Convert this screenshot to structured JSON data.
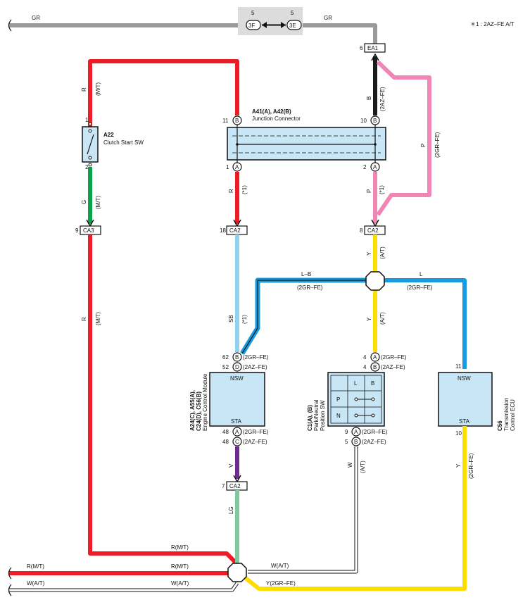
{
  "note": "＊1 : 2AZ–FE A/T",
  "colors": {
    "gray": "#9a9a9a",
    "red": "#ee1c25",
    "green": "#0aa14b",
    "black": "#1a1a1a",
    "pink": "#f086b6",
    "lightblue": "#8fd3f0",
    "blue": "#169be0",
    "yellow": "#ffdd00",
    "violet": "#6c2d91",
    "lightgreen": "#7fc8a0",
    "box_fill": "#c8e6f5"
  },
  "wires": {
    "gr_left": "GR",
    "gr_right": "GR",
    "r_mt_top": "R",
    "r_mt_top_sub": "(M/T)",
    "g_mt": "G",
    "g_mt_sub": "(M/T)",
    "r_mt_left": "R",
    "r_mt_left_sub": "(M/T)",
    "b_top": "B",
    "b_top_sub": "(2AZ–FE)",
    "p_right": "P",
    "p_right_sub": "(2GR–FE)",
    "r_star": "R",
    "r_star_sub": "(*1)",
    "p_star": "P",
    "p_star_sub": "(*1)",
    "y_at_1": "Y",
    "y_at_1_sub": "(A/T)",
    "lb": "L–B",
    "lb_sub": "(2GR–FE)",
    "l": "L",
    "l_sub": "(2GR–FE)",
    "sb": "SB",
    "sb_sub": "(*1)",
    "y_at_2": "Y",
    "y_at_2_sub": "(A/T)",
    "v": "V",
    "lg": "LG",
    "w_at": "W",
    "w_at_sub": "(A/T)",
    "y_2gr": "Y",
    "y_2gr_sub": "(2GR–FE)",
    "r_mt_h": "R(M/T)",
    "r_mt_h2": "R(M/T)",
    "r_mt_h3": "R(M/T)",
    "w_at_h": "W(A/T)",
    "w_at_h2": "W(A/T)",
    "w_at_h3": "W(A/T)",
    "y_2gr_h": "Y(2GR–FE)"
  },
  "connectors": {
    "c3f": {
      "id": "3F",
      "pin": "5"
    },
    "c3e": {
      "id": "3E",
      "pin": "5"
    },
    "ea1": {
      "id": "EA1",
      "pin": "6"
    },
    "ca3": {
      "id": "CA3",
      "pin": "9"
    },
    "ca2_a": {
      "id": "CA2",
      "pin": "18"
    },
    "ca2_b": {
      "id": "CA2",
      "pin": "8"
    },
    "ca2_c": {
      "id": "CA2",
      "pin": "7"
    }
  },
  "components": {
    "a22": {
      "code": "A22",
      "name": "Clutch Start SW",
      "pin_top": "1",
      "pin_bottom": "2"
    },
    "junction": {
      "code": "A41(A), A42(B)",
      "name": "Junction Connector",
      "pin_tl_num": "11",
      "pin_tl_letter": "B",
      "pin_tr_num": "10",
      "pin_tr_letter": "B",
      "pin_bl_num": "1",
      "pin_bl_letter": "A",
      "pin_br_num": "2",
      "pin_br_letter": "A"
    },
    "ecm": {
      "code_line1": "A24(C), A55(A),",
      "code_line2": "C24(D), C56(B)",
      "name": "Engine Control Module",
      "nsw": "NSW",
      "sta": "STA",
      "p62": "62",
      "p62_letter": "B",
      "p62_note": "(2GR–FE)",
      "p52": "52",
      "p52_letter": "D",
      "p52_note": "(2AZ–FE)",
      "p48a": "48",
      "p48a_letter": "A",
      "p48a_note": "(2GR–FE)",
      "p48c": "48",
      "p48c_letter": "C",
      "p48c_note": "(2AZ–FE)"
    },
    "pnp": {
      "code": "C1(A), (B)",
      "name1": "Park/Neutral",
      "name2": "Position SW",
      "col_l": "L",
      "col_b": "B",
      "row_p": "P",
      "row_n": "N",
      "t4a": "4",
      "t4a_letter": "A",
      "t4a_note": "(2GR–FE)",
      "t4b": "4",
      "t4b_letter": "B",
      "t4b_note": "(2AZ–FE)",
      "b9": "9",
      "b9_letter": "A",
      "b9_note": "(2GR–FE)",
      "b5": "5",
      "b5_letter": "B",
      "b5_note": "(2AZ–FE)"
    },
    "tcu": {
      "code": "C56",
      "name1": "Transmission",
      "name2": "Control ECU",
      "nsw": "NSW",
      "sta": "STA",
      "p11": "11",
      "p10": "10"
    }
  }
}
